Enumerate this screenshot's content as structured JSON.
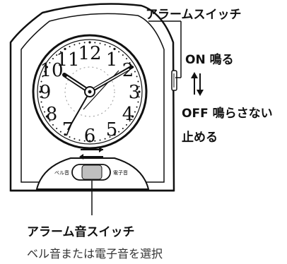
{
  "labels": {
    "alarm_switch": "アラームスイッチ",
    "on_label": "ON 鳴る",
    "off_label": "OFF 鳴らさない",
    "stop_label": "止める",
    "alarm_sound_switch": "アラーム音スイッチ",
    "sound_select_desc": "ベル音または電子音を選択"
  },
  "clock": {
    "numerals": [
      "12",
      "1",
      "2",
      "3",
      "4",
      "5",
      "6",
      "7",
      "8",
      "9",
      "10",
      "11"
    ],
    "bell_label": "ベル音",
    "electronic_label": "電子音"
  }
}
